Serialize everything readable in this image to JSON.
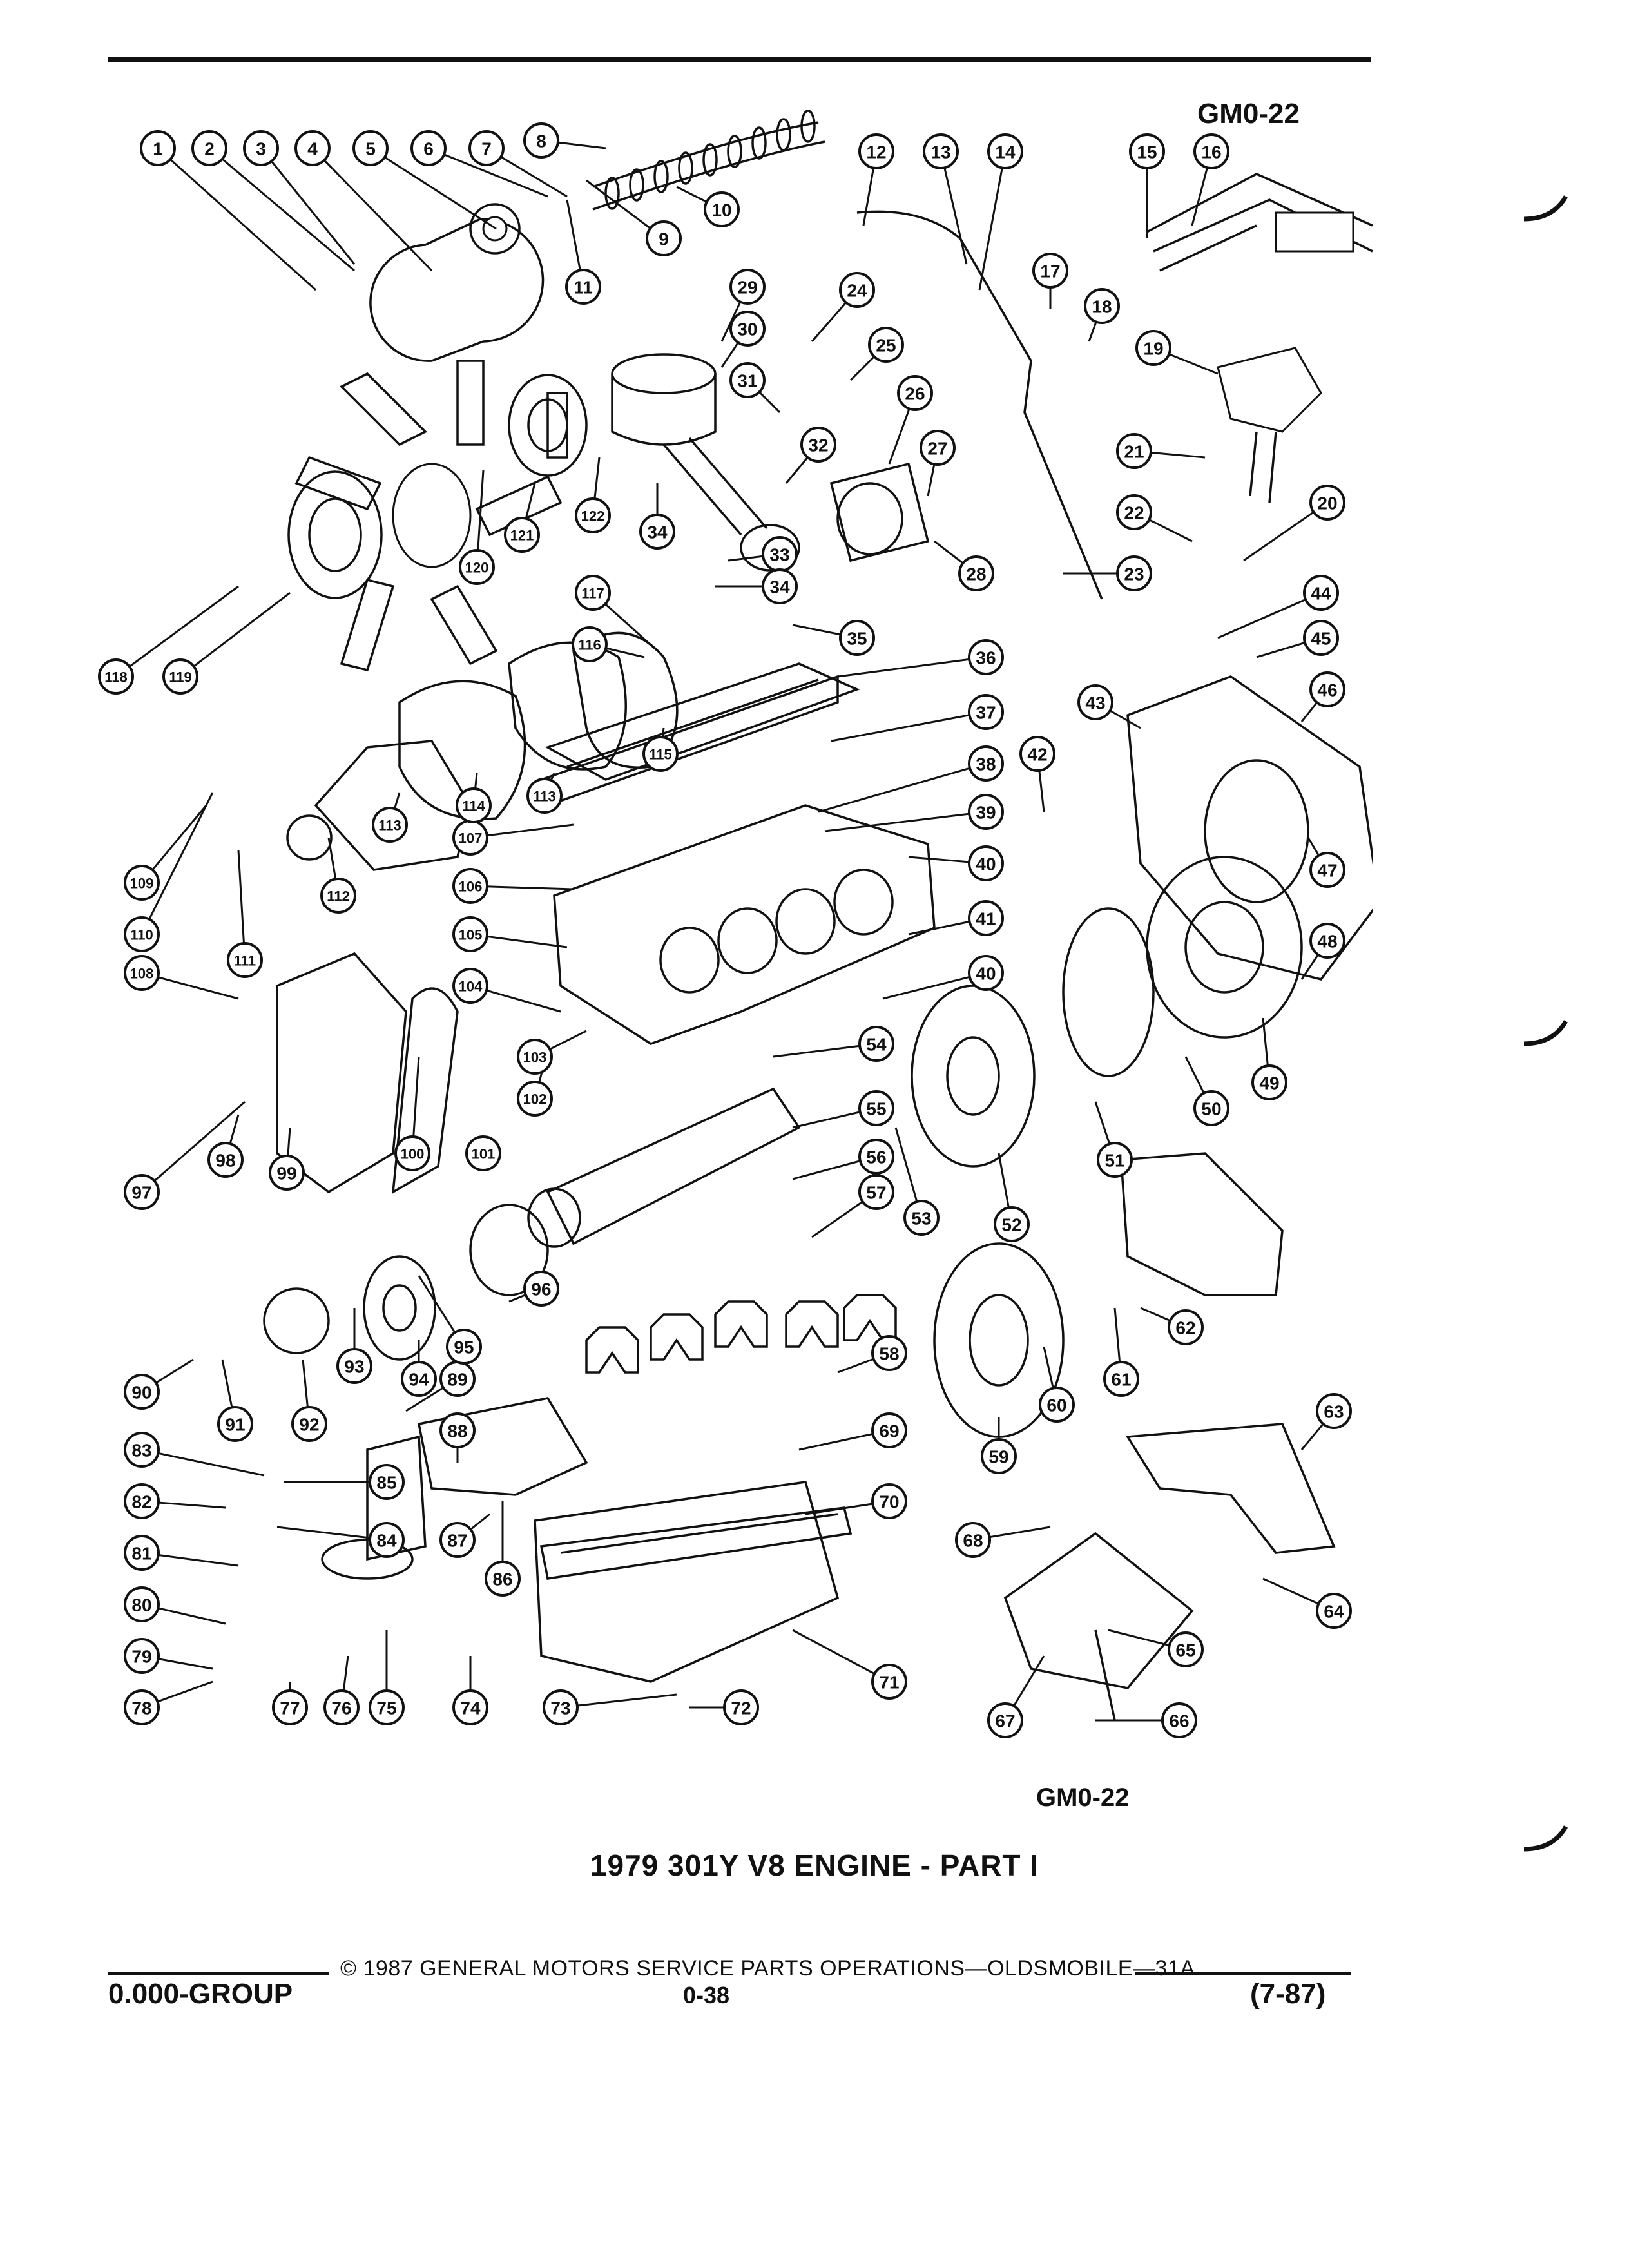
{
  "figure_code_top": "GM0-22",
  "figure_code_bottom": "GM0-22",
  "title": "1979 301Y V8 ENGINE - PART I",
  "footer": {
    "copyright": "© 1987 GENERAL MOTORS SERVICE PARTS OPERATIONS—OLDSMOBILE—31A",
    "group": "0.000-GROUP",
    "page": "0-38",
    "date": "(7-87)"
  },
  "callouts": [
    "1",
    "2",
    "3",
    "4",
    "5",
    "6",
    "7",
    "8",
    "9",
    "10",
    "11",
    "12",
    "13",
    "14",
    "15",
    "16",
    "17",
    "18",
    "19",
    "20",
    "21",
    "22",
    "23",
    "24",
    "25",
    "26",
    "27",
    "28",
    "29",
    "30",
    "31",
    "32",
    "33",
    "34",
    "34",
    "35",
    "36",
    "37",
    "38",
    "39",
    "40",
    "40",
    "41",
    "42",
    "43",
    "44",
    "45",
    "46",
    "47",
    "48",
    "49",
    "50",
    "51",
    "52",
    "53",
    "54",
    "55",
    "56",
    "57",
    "58",
    "59",
    "60",
    "61",
    "62",
    "63",
    "64",
    "65",
    "66",
    "67",
    "68",
    "69",
    "70",
    "71",
    "72",
    "73",
    "74",
    "75",
    "76",
    "77",
    "78",
    "79",
    "80",
    "81",
    "82",
    "83",
    "84",
    "85",
    "86",
    "87",
    "88",
    "89",
    "90",
    "91",
    "92",
    "93",
    "94",
    "95",
    "96",
    "97",
    "98",
    "99",
    "100",
    "101",
    "102",
    "103",
    "104",
    "105",
    "106",
    "107",
    "108",
    "109",
    "110",
    "111",
    "112",
    "113",
    "113",
    "114",
    "115",
    "116",
    "117",
    "118",
    "119",
    "120",
    "121",
    "122"
  ]
}
